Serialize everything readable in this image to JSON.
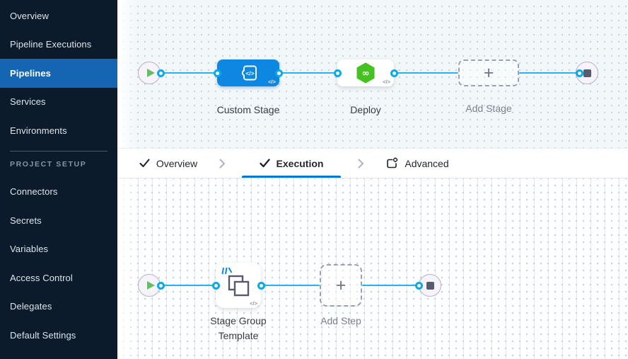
{
  "sidebar": {
    "items": [
      {
        "label": "Overview",
        "active": false
      },
      {
        "label": "Pipeline Executions",
        "active": false
      },
      {
        "label": "Pipelines",
        "active": true
      },
      {
        "label": "Services",
        "active": false
      },
      {
        "label": "Environments",
        "active": false
      }
    ],
    "section_label": "PROJECT SETUP",
    "setup_items": [
      {
        "label": "Connectors"
      },
      {
        "label": "Secrets"
      },
      {
        "label": "Variables"
      },
      {
        "label": "Access Control"
      },
      {
        "label": "Delegates"
      },
      {
        "label": "Default Settings"
      }
    ]
  },
  "tabs": {
    "overview": "Overview",
    "execution": "Execution",
    "advanced": "Advanced"
  },
  "pipeline_top": {
    "stage1_label": "Custom Stage",
    "stage2_label": "Deploy",
    "add_label": "Add Stage"
  },
  "pipeline_bottom": {
    "stage1_label_line1": "Stage Group",
    "stage1_label_line2": "Template",
    "add_label": "Add Step"
  },
  "icons": {
    "plus": "+",
    "infinity": "∞",
    "code": "</>"
  },
  "colors": {
    "sidebar_bg": "#0b1b2b",
    "sidebar_active": "#1565b2",
    "link_blue": "#2ab2ee",
    "custom_stage_blue": "#0d87e2",
    "deploy_green": "#45c221",
    "tab_underline": "#0278d5",
    "canvas_top_bg": "#f2f7fa",
    "canvas_bottom_bg": "#fdfeff"
  }
}
